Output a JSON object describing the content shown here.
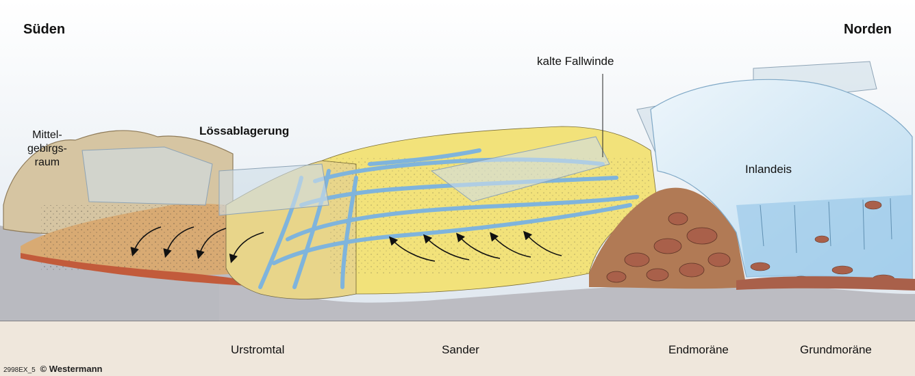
{
  "labels": {
    "south": "Süden",
    "north": "Norden",
    "mittelgebirgsraum_lines": [
      "Mittel-",
      "gebirgs-",
      "raum"
    ],
    "loess": "Lössablagerung",
    "winds": "kalte Fallwinde",
    "inland_ice": "Inlandeis"
  },
  "zones": [
    "Urstromtal",
    "Sander",
    "Endmoräne",
    "Grundmoräne"
  ],
  "credit": {
    "code": "2998EX_5",
    "copyright": "© Westermann"
  },
  "colors": {
    "sky_top": "#ffffff",
    "sky_bottom": "#dfe7ef",
    "bedrock": "#b9bac0",
    "loess_soil": "#d8aa73",
    "sander_sand": "#f2e27a",
    "meltwater": "#7fb4dc",
    "ice": "#cfe4f3",
    "moraine": "#a9604a",
    "bottom_band": "#efe7dc"
  }
}
